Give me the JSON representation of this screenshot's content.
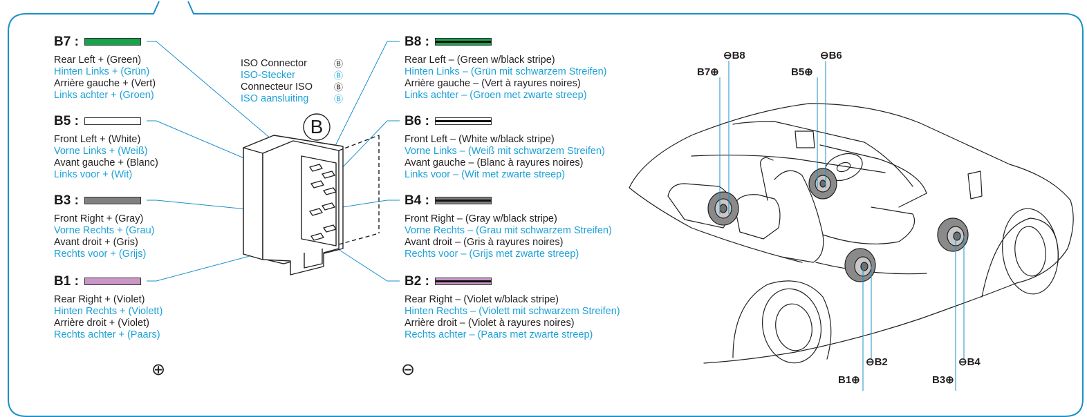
{
  "colors": {
    "frame": "#1a8fc8",
    "text_blue": "#1ba1d8",
    "text_black": "#231f20",
    "green": "#17a34a",
    "white": "#ffffff",
    "gray": "#808080",
    "violet": "#c996c6"
  },
  "iso_legend": {
    "rows": [
      {
        "text": "ISO Connector",
        "symbol": "Ⓑ",
        "color": "black"
      },
      {
        "text": "ISO-Stecker",
        "symbol": "Ⓑ",
        "color": "blue"
      },
      {
        "text": "Connecteur ISO",
        "symbol": "Ⓑ",
        "color": "black"
      },
      {
        "text": "ISO aansluiting",
        "symbol": "Ⓑ",
        "color": "blue"
      }
    ],
    "connector_badge": "B"
  },
  "wires_left": [
    {
      "id": "B7 :",
      "swatch": "green",
      "striped": false,
      "lines": [
        "Rear Left + (Green)",
        "Hinten Links + (Grün)",
        "Arrière gauche + (Vert)",
        "Links achter + (Groen)"
      ]
    },
    {
      "id": "B5 :",
      "swatch": "white",
      "striped": false,
      "lines": [
        "Front Left + (White)",
        "Vorne Links + (Weiß)",
        "Avant gauche + (Blanc)",
        "Links voor + (Wit)"
      ]
    },
    {
      "id": "B3 :",
      "swatch": "gray",
      "striped": false,
      "lines": [
        "Front Right + (Gray)",
        "Vorne Rechts + (Grau)",
        "Avant droit + (Gris)",
        "Rechts voor + (Grijs)"
      ]
    },
    {
      "id": "B1 :",
      "swatch": "violet",
      "striped": false,
      "lines": [
        "Rear Right + (Violet)",
        "Hinten Rechts + (Violett)",
        "Arrière droit + (Violet)",
        "Rechts achter + (Paars)"
      ]
    }
  ],
  "wires_right": [
    {
      "id": "B8 :",
      "swatch": "green",
      "striped": true,
      "lines": [
        "Rear Left – (Green w/black stripe)",
        "Hinten Links – (Grün mit schwarzem Streifen)",
        "Arrière gauche – (Vert à rayures noires)",
        "Links achter – (Groen met zwarte streep)"
      ]
    },
    {
      "id": "B6 :",
      "swatch": "white",
      "striped": true,
      "lines": [
        "Front Left – (White w/black stripe)",
        "Vorne Links – (Weiß mit schwarzem Streifen)",
        "Avant gauche – (Blanc à rayures noires)",
        "Links voor – (Wit met zwarte streep)"
      ]
    },
    {
      "id": "B4 :",
      "swatch": "gray",
      "striped": true,
      "lines": [
        "Front Right – (Gray w/black stripe)",
        "Vorne Rechts – (Grau mit schwarzem Streifen)",
        "Avant droit – (Gris à rayures noires)",
        "Rechts voor – (Grijs met zwarte streep)"
      ]
    },
    {
      "id": "B2 :",
      "swatch": "violet",
      "striped": true,
      "lines": [
        "Rear Right – (Violet w/black stripe)",
        "Hinten Rechts – (Violett mit schwarzem Streifen)",
        "Arrière droit – (Violet à rayures noires)",
        "Rechts achter – (Paars met zwarte streep)"
      ]
    }
  ],
  "polarity": {
    "plus": "⊕",
    "minus": "⊖"
  },
  "car_labels": {
    "b8": "⊖B8",
    "b7": "B7⊕",
    "b6": "⊖B6",
    "b5": "B5⊕",
    "b2": "⊖B2",
    "b1": "B1⊕",
    "b4": "⊖B4",
    "b3": "B3⊕"
  }
}
